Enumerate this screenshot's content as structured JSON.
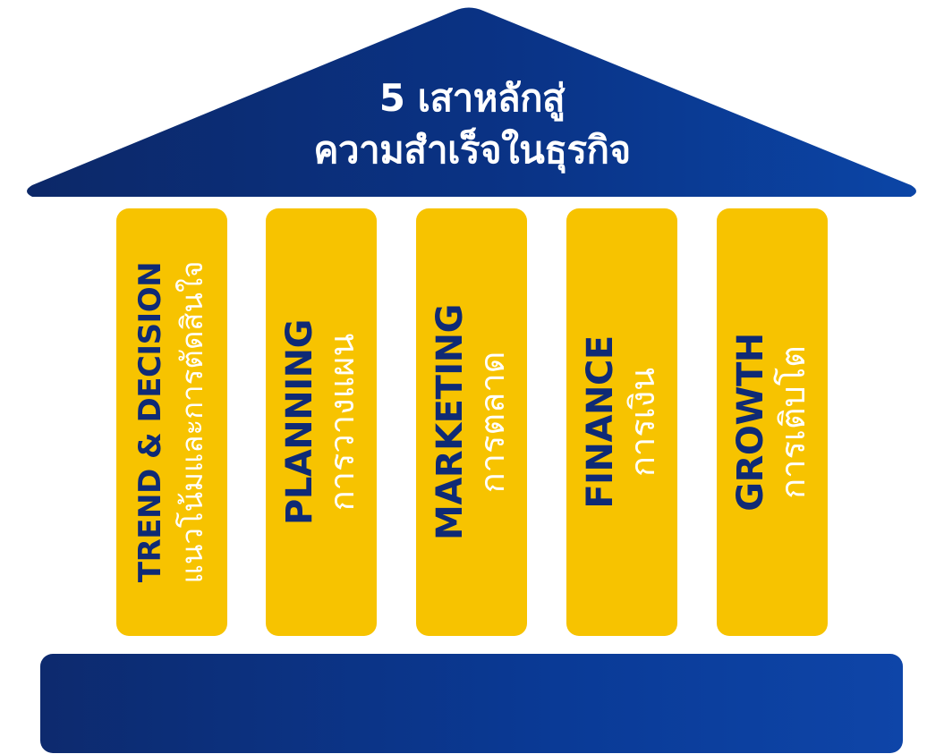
{
  "roof": {
    "title_line1": "5 เสาหลักสู่",
    "title_line2": "ความสำเร็จในธุรกิจ"
  },
  "pillars": [
    {
      "en": "TREND & DECISION",
      "th": "แนวโน้มและการตัดสินใจ"
    },
    {
      "en": "PLANNING",
      "th": "การวางแผน"
    },
    {
      "en": "MARKETING",
      "th": "การตลาด"
    },
    {
      "en": "FINANCE",
      "th": "การเงิน"
    },
    {
      "en": "GROWTH",
      "th": "การเติบโต"
    }
  ],
  "colors": {
    "navy": "#0d2a6e",
    "blue": "#0b3f9e",
    "gold": "#f7c300",
    "white": "#ffffff"
  }
}
